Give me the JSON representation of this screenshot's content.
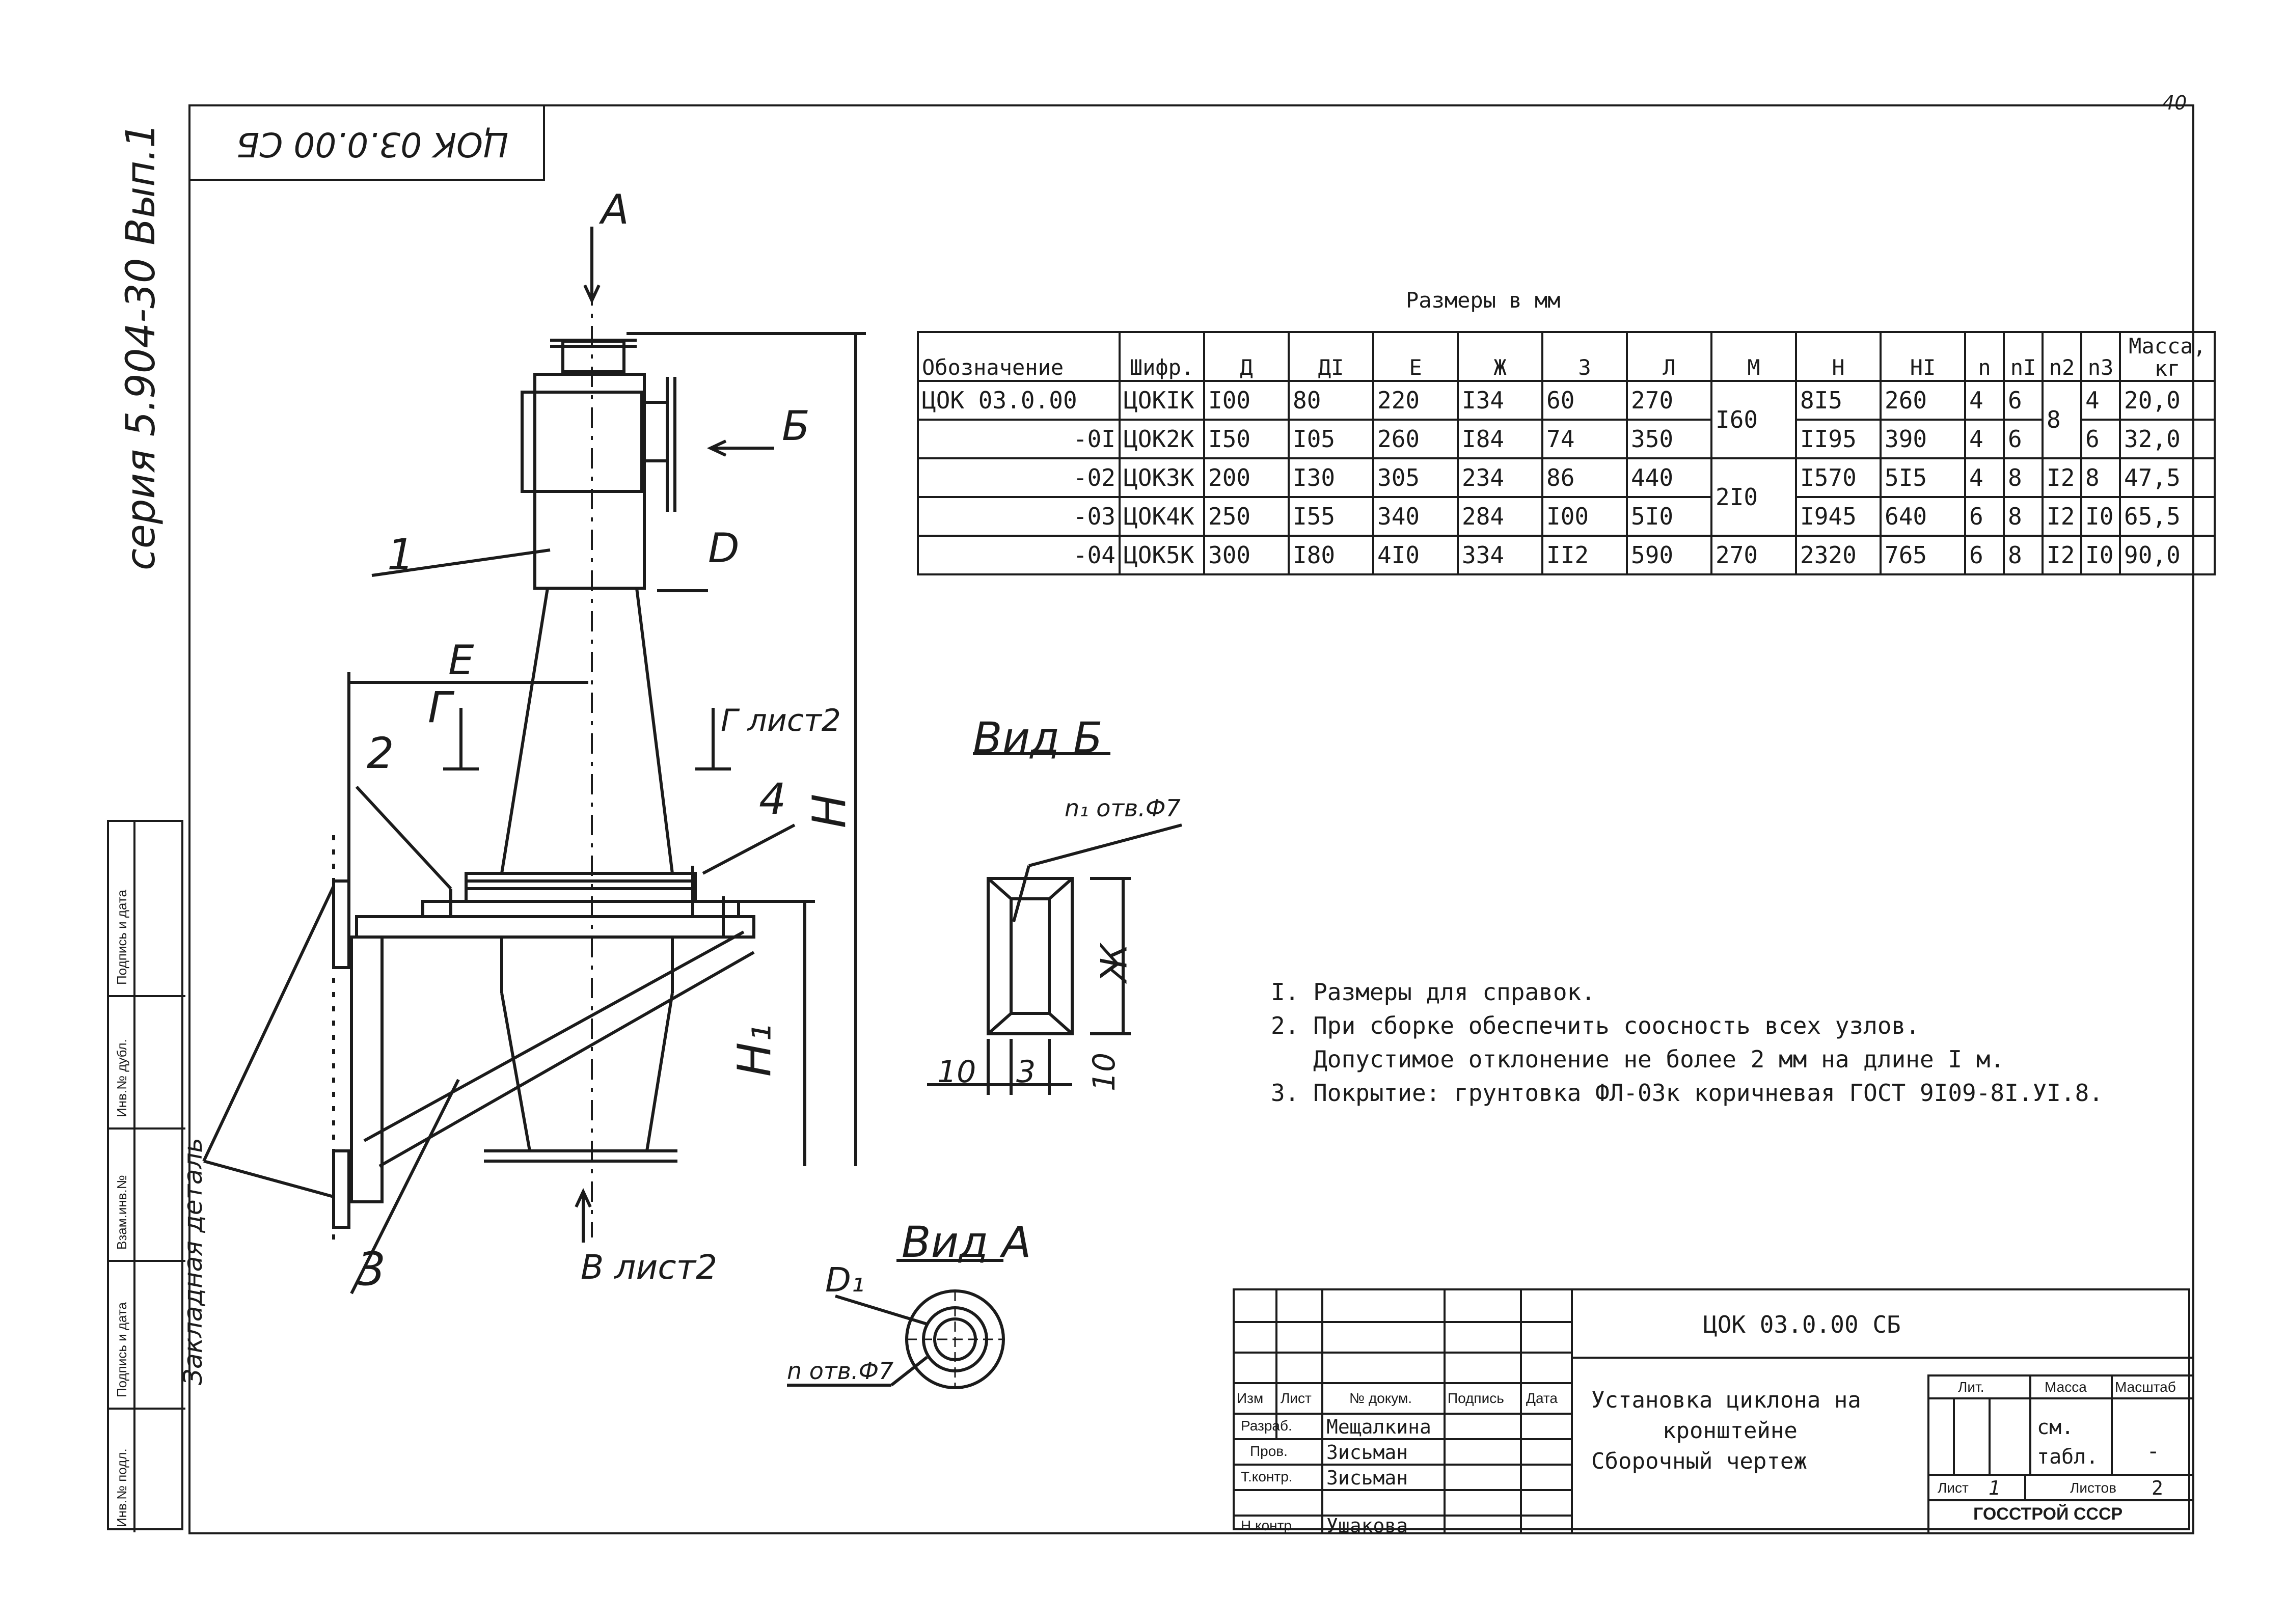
{
  "sheet": {
    "corner_code": "ЦОК 03.0.00 СБ",
    "series": "серия 5.904-30 Вып.1",
    "page_number": "40"
  },
  "drawing": {
    "labels": {
      "view_a_arrow": "А",
      "view_b_arrow": "Б",
      "dim_D": "D",
      "dim_E": "E",
      "section_g": "Г",
      "section_g_sheet2": "Г лист2",
      "dim_H": "H",
      "dim_H1": "H₁",
      "part_1": "1",
      "part_2": "2",
      "part_3": "3",
      "part_4": "4",
      "view_v_sheet2": "В лист2",
      "embedded_part": "Закладная деталь"
    },
    "view_b": {
      "title": "Вид Б",
      "holes": "n₁ отв.Ф7",
      "dim_zh": "Ж",
      "dim_10a": "10",
      "dim_3": "3",
      "dim_10b": "10"
    },
    "view_a": {
      "title": "Вид А",
      "dim_d1": "D₁",
      "holes": "n отв.Ф7"
    }
  },
  "dimensions_table": {
    "caption": "Размеры в мм",
    "headers": [
      "Обозначение",
      "Шифр.",
      "Д",
      "ДI",
      "Е",
      "Ж",
      "З",
      "Л",
      "М",
      "Н",
      "НI",
      "n",
      "nI",
      "n2",
      "n3",
      "Масса, кг"
    ],
    "rows": [
      {
        "designation": "ЦОК 03.0.00",
        "code": "ЦОКIК",
        "d": "I00",
        "d1": "80",
        "e": "220",
        "zh": "I34",
        "z": "60",
        "l": "270",
        "m": "I60",
        "h": "8I5",
        "h1": "260",
        "n": "4",
        "n1": "6",
        "n2": "8",
        "n3": "4",
        "mass": "20,0"
      },
      {
        "designation": "-0I",
        "code": "ЦОК2К",
        "d": "I50",
        "d1": "I05",
        "e": "260",
        "zh": "I84",
        "z": "74",
        "l": "350",
        "m": "",
        "h": "II95",
        "h1": "390",
        "n": "4",
        "n1": "6",
        "n2": "",
        "n3": "6",
        "mass": "32,0"
      },
      {
        "designation": "-02",
        "code": "ЦОК3К",
        "d": "200",
        "d1": "I30",
        "e": "305",
        "zh": "234",
        "z": "86",
        "l": "440",
        "m": "2I0",
        "h": "I570",
        "h1": "5I5",
        "n": "4",
        "n1": "8",
        "n2": "I2",
        "n3": "8",
        "mass": "47,5"
      },
      {
        "designation": "-03",
        "code": "ЦОК4К",
        "d": "250",
        "d1": "I55",
        "e": "340",
        "zh": "284",
        "z": "I00",
        "l": "5I0",
        "m": "",
        "h": "I945",
        "h1": "640",
        "n": "6",
        "n1": "8",
        "n2": "I2",
        "n3": "I0",
        "mass": "65,5"
      },
      {
        "designation": "-04",
        "code": "ЦОК5К",
        "d": "300",
        "d1": "I80",
        "e": "4I0",
        "zh": "334",
        "z": "II2",
        "l": "590",
        "m": "270",
        "h": "2320",
        "h1": "765",
        "n": "6",
        "n1": "8",
        "n2": "I2",
        "n3": "I0",
        "mass": "90,0"
      }
    ]
  },
  "notes": [
    "I. Размеры для справок.",
    "2. При сборке обеспечить соосность всех узлов.",
    "   Допустимое отклонение не более 2 мм на длине I м.",
    "3. Покрытие: грунтовка ФЛ-03к коричневая ГОСТ 9I09-8I.УI.8."
  ],
  "title_block": {
    "doc_code": "ЦОК 03.0.00 СБ",
    "title_line1": "Установка циклона на",
    "title_line2": "кронштейне",
    "title_line3": "Сборочный чертеж",
    "col_headers": [
      "Изм",
      "Лист",
      "№ докум.",
      "Подпись",
      "Дата"
    ],
    "roles": [
      {
        "role": "Разраб.",
        "name": "Мещалкина"
      },
      {
        "role": "Пров.",
        "name": "Зисьман"
      },
      {
        "role": "Т.контр.",
        "name": "Зисьман"
      },
      {
        "role": "Н.контр.",
        "name": "Ушакова"
      }
    ],
    "lit": "Лит.",
    "mass_label": "Масса",
    "scale_label": "Масштаб",
    "mass_value": "см. табл.",
    "scale_value": "-",
    "sheet_label": "Лист",
    "sheet_value": "1",
    "sheets_label": "Листов",
    "sheets_value": "2",
    "organization": "ГОССТРОЙ СССР"
  },
  "side_stamp": [
    "Подпись и дата",
    "Инв.№ дубл.",
    "Взам.инв.№",
    "Подпись и дата",
    "Инв.№ подл."
  ]
}
